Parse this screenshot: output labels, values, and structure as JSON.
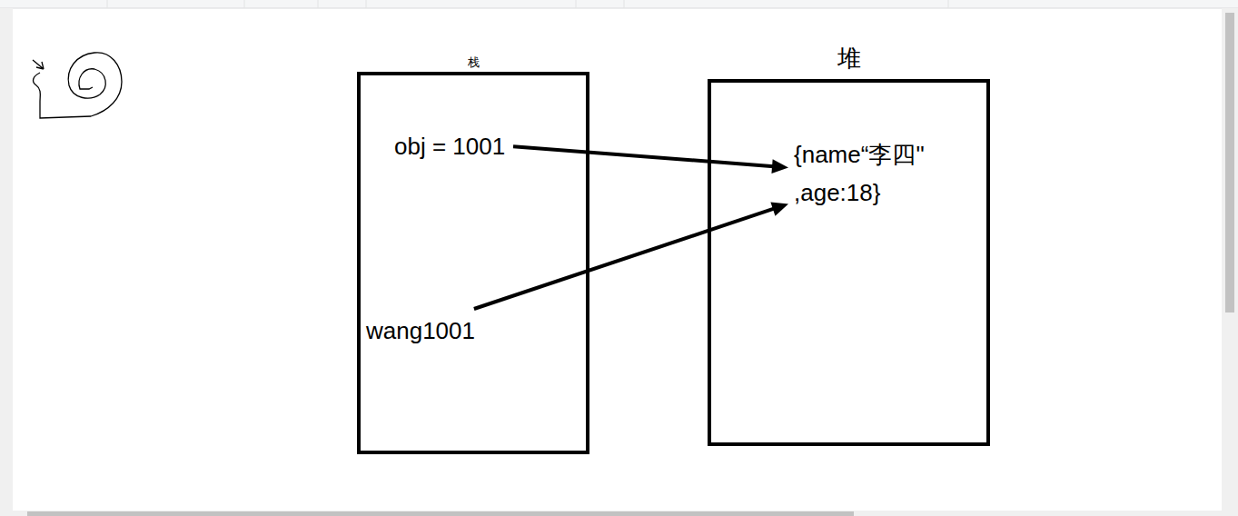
{
  "diagram": {
    "nodes": [
      {
        "text": [
          "栈"
        ]
      },
      {
        "text": [
          "obj = 1001"
        ],
        "in": 0
      },
      {
        "text": [
          "wang1001"
        ],
        "in": 0
      },
      {
        "text": [
          "堆"
        ]
      },
      {
        "text": [
          "{name“李四\" ,age:18}"
        ],
        "in": 3
      }
    ],
    "edges": [
      {
        "from": 1,
        "to": 4,
        "arrow": "to"
      },
      {
        "from": 2,
        "to": 4,
        "arrow": "to"
      }
    ]
  }
}
